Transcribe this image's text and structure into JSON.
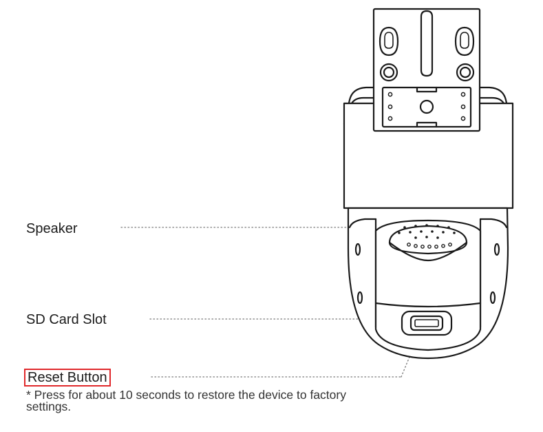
{
  "labels": {
    "speaker": "Speaker",
    "sd_card_slot": "SD Card Slot",
    "reset_button": "Reset Button"
  },
  "note": "* Press for about 10 seconds to restore the device to factory settings.",
  "colors": {
    "line": "#1a1a1a",
    "highlight": "#e0272a",
    "leader": "#777777"
  }
}
